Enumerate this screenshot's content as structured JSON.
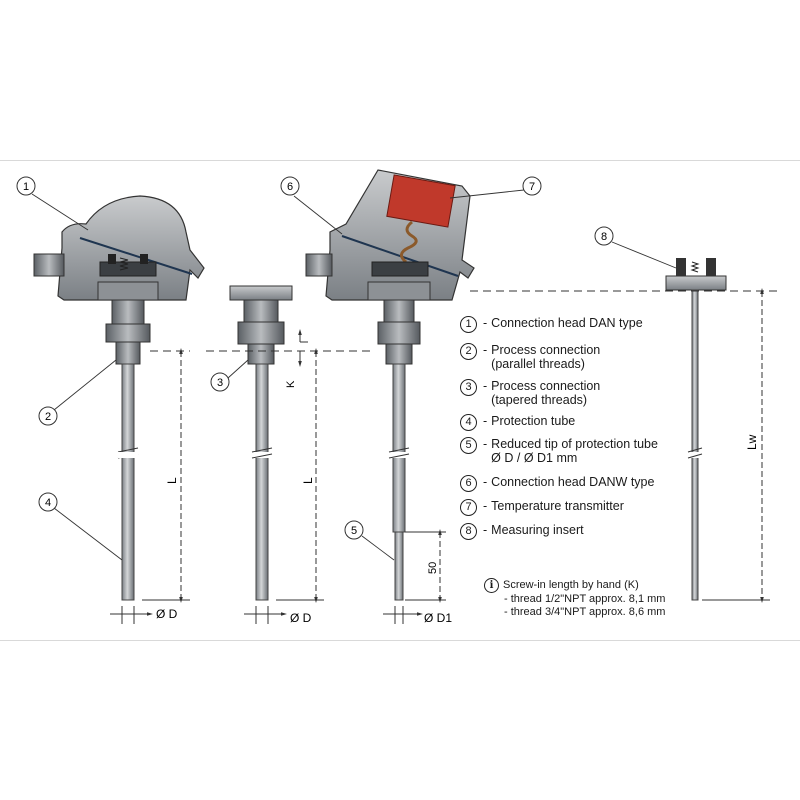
{
  "callouts": [
    "1",
    "2",
    "3",
    "4",
    "5",
    "6",
    "7",
    "8"
  ],
  "dimensions": {
    "d_left": "Ø D",
    "d_mid": "Ø D",
    "d_right": "Ø D1",
    "l_left": "L",
    "l_mid": "L",
    "k": "K",
    "fifty": "50",
    "lw": "Lw"
  },
  "legend": [
    {
      "num": "1",
      "text": "Connection head DAN type"
    },
    {
      "num": "2",
      "text": "Process connection\n(parallel threads)"
    },
    {
      "num": "3",
      "text": "Process connection\n(tapered threads)"
    },
    {
      "num": "4",
      "text": "Protection tube"
    },
    {
      "num": "5",
      "text": "Reduced tip of protection tube\nØ D / Ø D1 mm"
    },
    {
      "num": "6",
      "text": "Connection head DANW type"
    },
    {
      "num": "7",
      "text": "Temperature transmitter"
    },
    {
      "num": "8",
      "text": "Measuring insert"
    }
  ],
  "note": {
    "title": "Screw-in length by hand (K)",
    "lines": [
      "- thread 1/2\"NPT approx. 8,1 mm",
      "- thread 3/4\"NPT approx. 8,6 mm"
    ]
  },
  "colors": {
    "metal_dark": "#555a5f",
    "metal_light": "#c8cacc",
    "transmitter_red": "#c0392b",
    "wire": "#8b5a2b"
  }
}
